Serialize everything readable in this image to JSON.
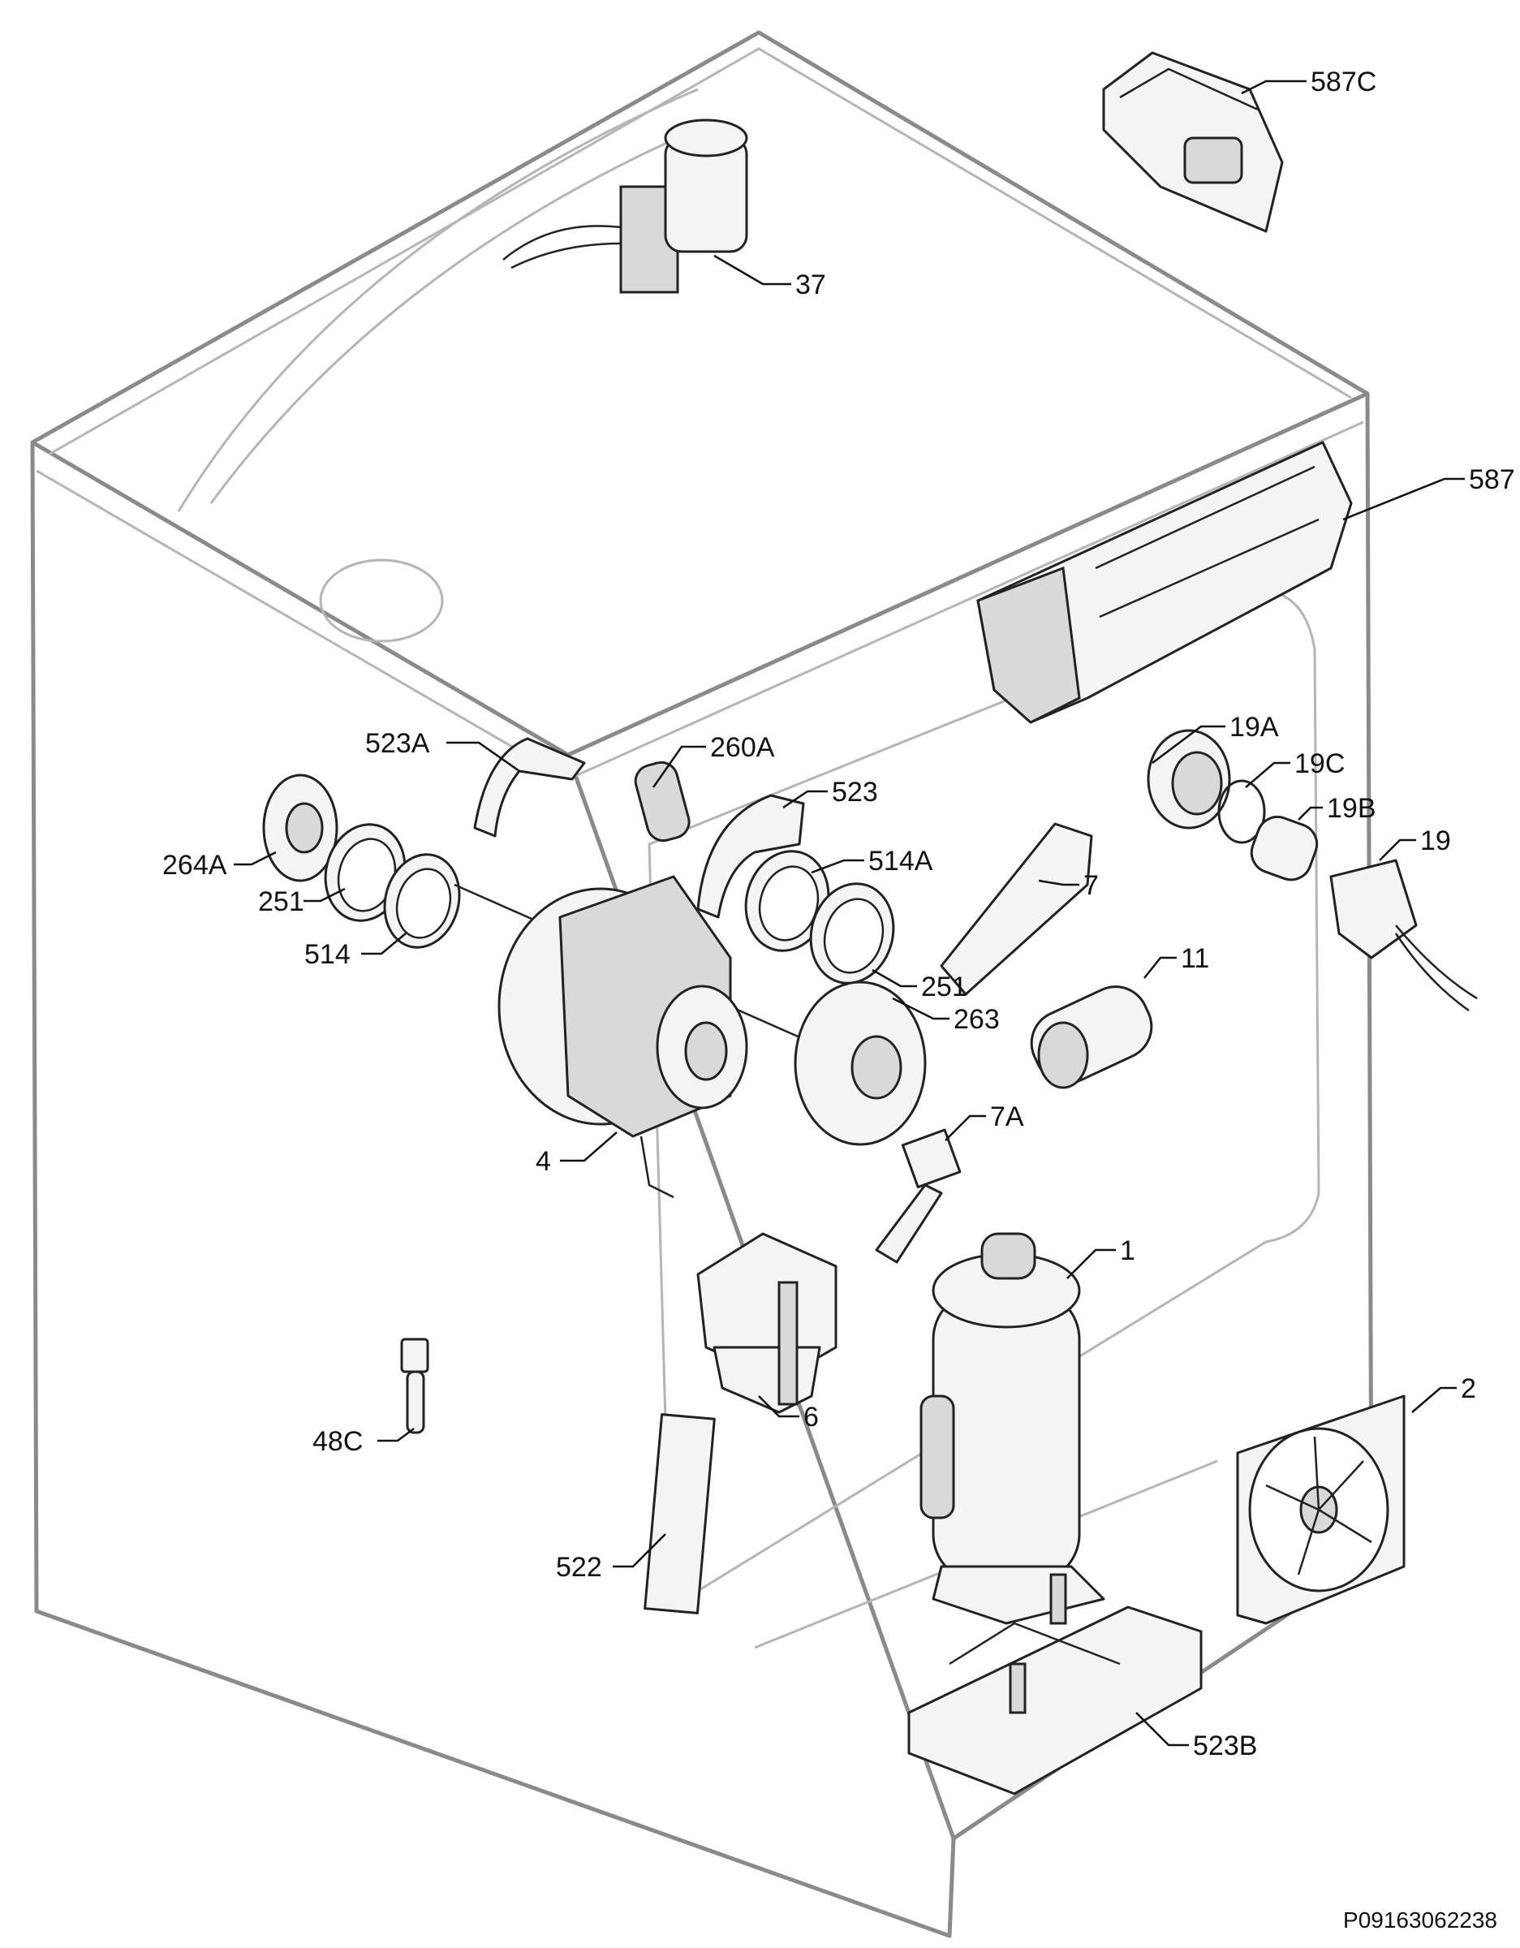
{
  "reference_code": "P09163062238",
  "callouts": [
    {
      "id": "587C",
      "label": "587C"
    },
    {
      "id": "37",
      "label": "37"
    },
    {
      "id": "587",
      "label": "587"
    },
    {
      "id": "523A",
      "label": "523A"
    },
    {
      "id": "260A",
      "label": "260A"
    },
    {
      "id": "19A",
      "label": "19A"
    },
    {
      "id": "523",
      "label": "523"
    },
    {
      "id": "19C",
      "label": "19C"
    },
    {
      "id": "19B",
      "label": "19B"
    },
    {
      "id": "19",
      "label": "19"
    },
    {
      "id": "264A",
      "label": "264A"
    },
    {
      "id": "514A",
      "label": "514A"
    },
    {
      "id": "7",
      "label": "7"
    },
    {
      "id": "251a",
      "label": "251"
    },
    {
      "id": "514",
      "label": "514"
    },
    {
      "id": "11",
      "label": "11"
    },
    {
      "id": "251b",
      "label": "251"
    },
    {
      "id": "263",
      "label": "263"
    },
    {
      "id": "7A",
      "label": "7A"
    },
    {
      "id": "4",
      "label": "4"
    },
    {
      "id": "1",
      "label": "1"
    },
    {
      "id": "6",
      "label": "6"
    },
    {
      "id": "2",
      "label": "2"
    },
    {
      "id": "48C",
      "label": "48C"
    },
    {
      "id": "522",
      "label": "522"
    },
    {
      "id": "523B",
      "label": "523B"
    }
  ]
}
